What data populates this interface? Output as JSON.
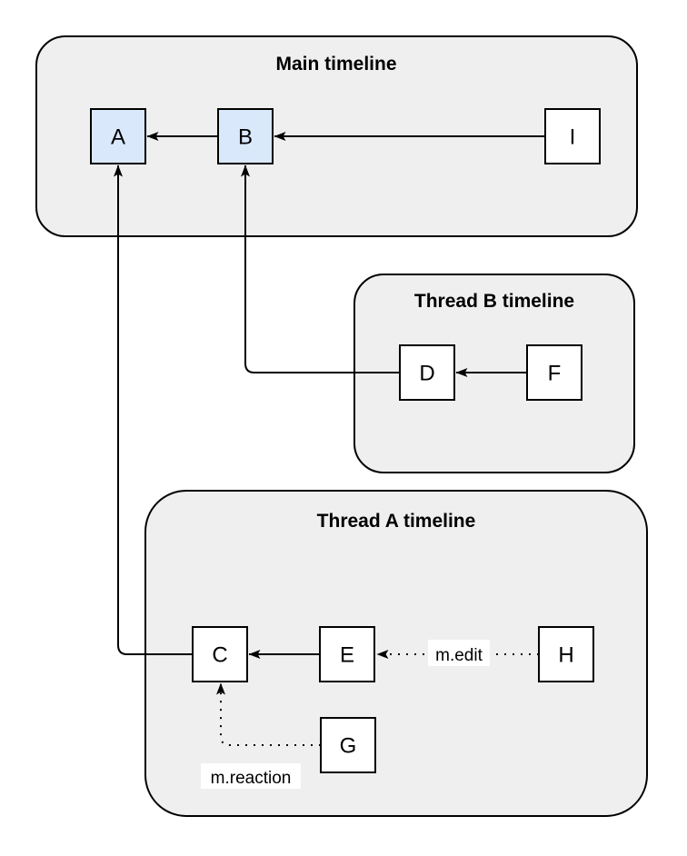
{
  "colors": {
    "background": "#ffffff",
    "container_fill": "#efefef",
    "container_stroke": "#000000",
    "node_fill": "#ffffff",
    "node_highlight_fill": "#dae8fc",
    "edge_stroke": "#000000",
    "text": "#000000"
  },
  "containers": {
    "main": {
      "title": "Main timeline"
    },
    "thread_b": {
      "title": "Thread B timeline"
    },
    "thread_a": {
      "title": "Thread A timeline"
    }
  },
  "nodes": {
    "a": {
      "label": "A"
    },
    "b": {
      "label": "B"
    },
    "i": {
      "label": "I"
    },
    "d": {
      "label": "D"
    },
    "f": {
      "label": "F"
    },
    "c": {
      "label": "C"
    },
    "e": {
      "label": "E"
    },
    "h": {
      "label": "H"
    },
    "g": {
      "label": "G"
    }
  },
  "edge_labels": {
    "edit": "m.edit",
    "reaction": "m.reaction"
  },
  "edges": [
    {
      "from": "B",
      "to": "A",
      "style": "solid",
      "label": ""
    },
    {
      "from": "I",
      "to": "B",
      "style": "solid",
      "label": ""
    },
    {
      "from": "D",
      "to": "B",
      "style": "solid",
      "label": ""
    },
    {
      "from": "F",
      "to": "D",
      "style": "solid",
      "label": ""
    },
    {
      "from": "C",
      "to": "A",
      "style": "solid",
      "label": ""
    },
    {
      "from": "E",
      "to": "C",
      "style": "solid",
      "label": ""
    },
    {
      "from": "H",
      "to": "E",
      "style": "dotted",
      "label": "m.edit"
    },
    {
      "from": "G",
      "to": "C",
      "style": "dotted",
      "label": "m.reaction"
    }
  ]
}
